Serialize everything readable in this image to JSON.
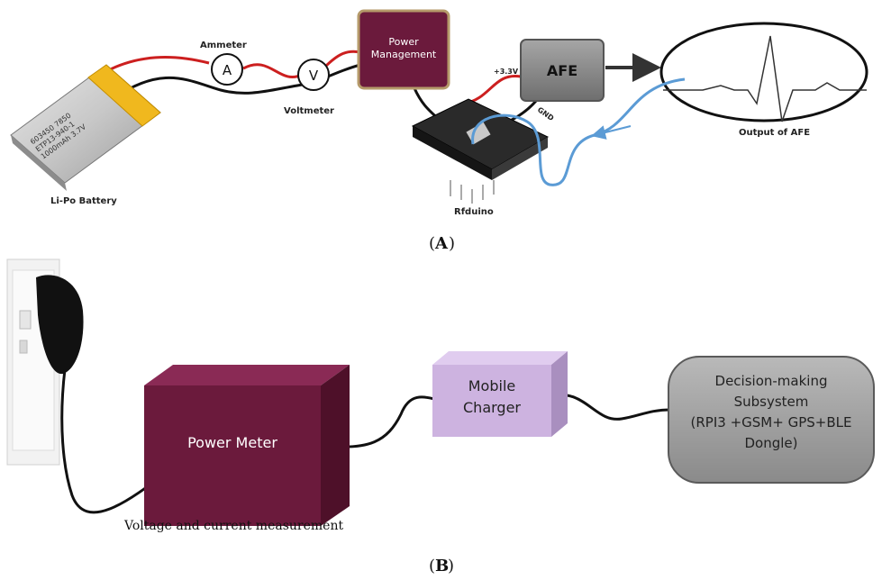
{
  "panel_a": {
    "caption": "A",
    "battery_label": "Li-Po Battery",
    "battery_print": [
      "603450 7850",
      "ETP13-940-1",
      "1000mAh 3.7V"
    ],
    "ammeter_label": "Ammeter",
    "ammeter_symbol": "A",
    "voltmeter_label": "Voltmeter",
    "voltmeter_symbol": "V",
    "power_management_line1": "Power",
    "power_management_line2": "Management",
    "afe_label": "AFE",
    "voltage_label": "+3.3V",
    "gnd_label": "GND",
    "rfduino_label": "Rfduino",
    "output_label": "Output of AFE"
  },
  "panel_b": {
    "caption": "B",
    "power_meter_label": "Power Meter",
    "charger_line1": "Mobile",
    "charger_line2": "Charger",
    "decision_line1": "Decision-making",
    "decision_line2": "Subsystem",
    "decision_line3": "(RPI3 +GSM+ GPS+BLE",
    "decision_line4": "Dongle)",
    "measurement_label": "Voltage and current measurement"
  },
  "colors": {
    "maroon": "#6b1a3c",
    "maroon_side": "#4e1029",
    "charger": "#cdb3e0",
    "afe": "#8a8a8a",
    "decision": "#9c9c9c",
    "red_wire": "#cc1f1f",
    "blue_wire": "#5b9bd5"
  }
}
